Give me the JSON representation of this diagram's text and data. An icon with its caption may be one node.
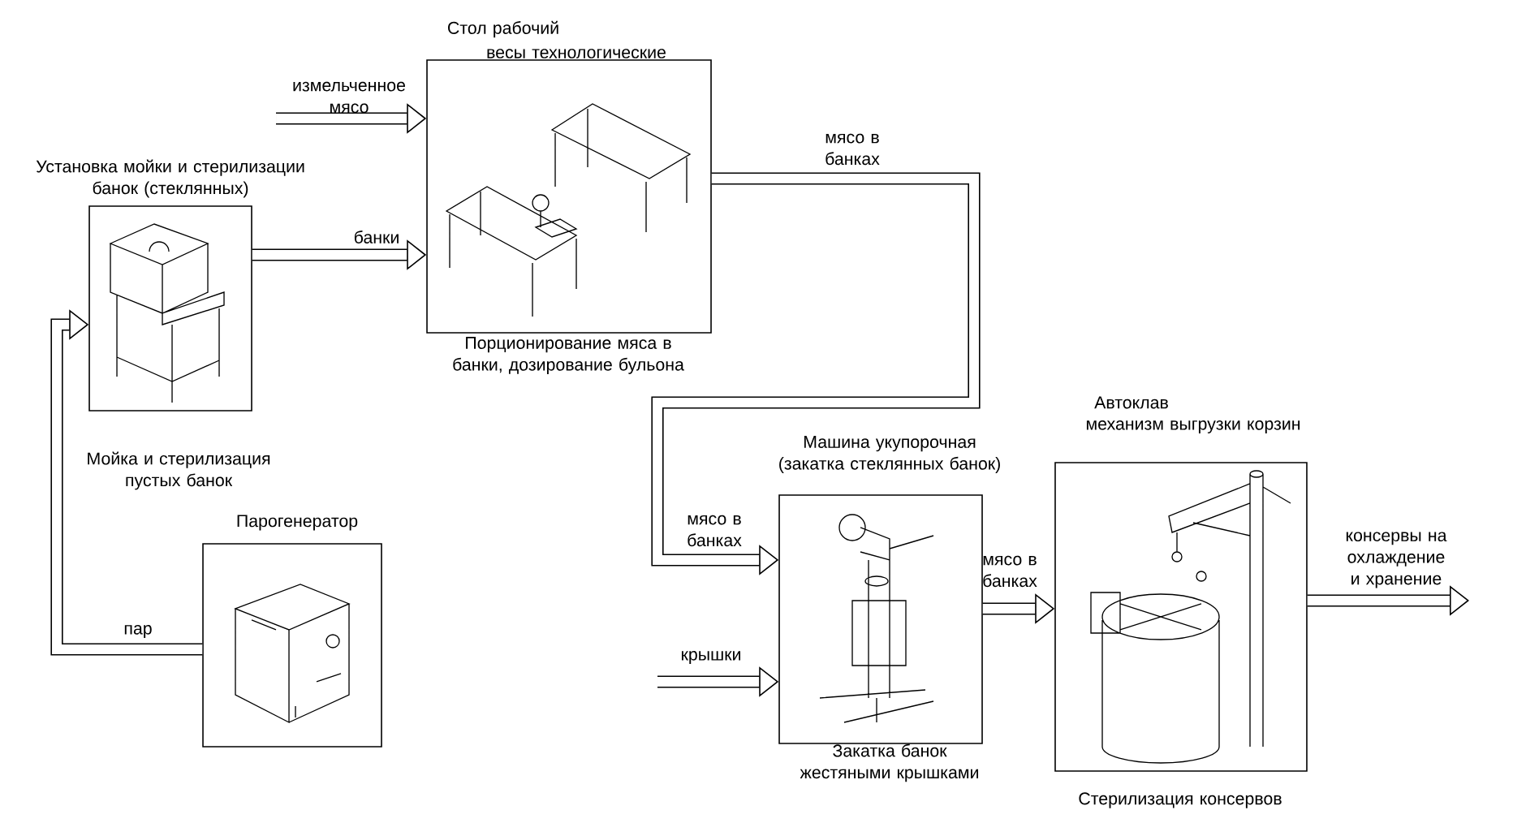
{
  "diagram": {
    "nodes": [
      {
        "text": [
          "Установка мойки и стерилизации банок (стеклянных)"
        ],
        "beside": [
          "Мойка и стерилизация пустых банок"
        ]
      },
      {
        "text": [
          "Стол рабочий",
          "весы технологические"
        ],
        "beside": [
          "Порционирование мяса в банки, дозирование бульона"
        ]
      },
      {
        "text": [
          "Парогенератор"
        ]
      },
      {
        "text": [
          "Машина укупорочная (закатка стеклянных банок)"
        ],
        "beside": [
          "Закатка банок жестяными крышками"
        ]
      },
      {
        "text": [
          "Автоклав",
          "механизм выгрузки корзин"
        ],
        "beside": [
          "Стерилизация консервов"
        ]
      }
    ],
    "edges": [
      {
        "from": null,
        "to": 1,
        "arrow": "to",
        "label": "измельченное мясо"
      },
      {
        "from": 0,
        "to": 1,
        "arrow": "to",
        "label": "банки"
      },
      {
        "from": 1,
        "to": 3,
        "arrow": "to",
        "label": "мясо в банках"
      },
      {
        "from": null,
        "to": 3,
        "arrow": "to",
        "label": "крышки"
      },
      {
        "from": 3,
        "to": 4,
        "arrow": "to",
        "label": "мясо в банках"
      },
      {
        "from": 4,
        "to": null,
        "arrow": "to",
        "label": "консервы на охлаждение и хранение"
      },
      {
        "from": 2,
        "to": 0,
        "arrow": "to",
        "label": "пар"
      }
    ],
    "labels": [
      "мясо в банках"
    ]
  }
}
